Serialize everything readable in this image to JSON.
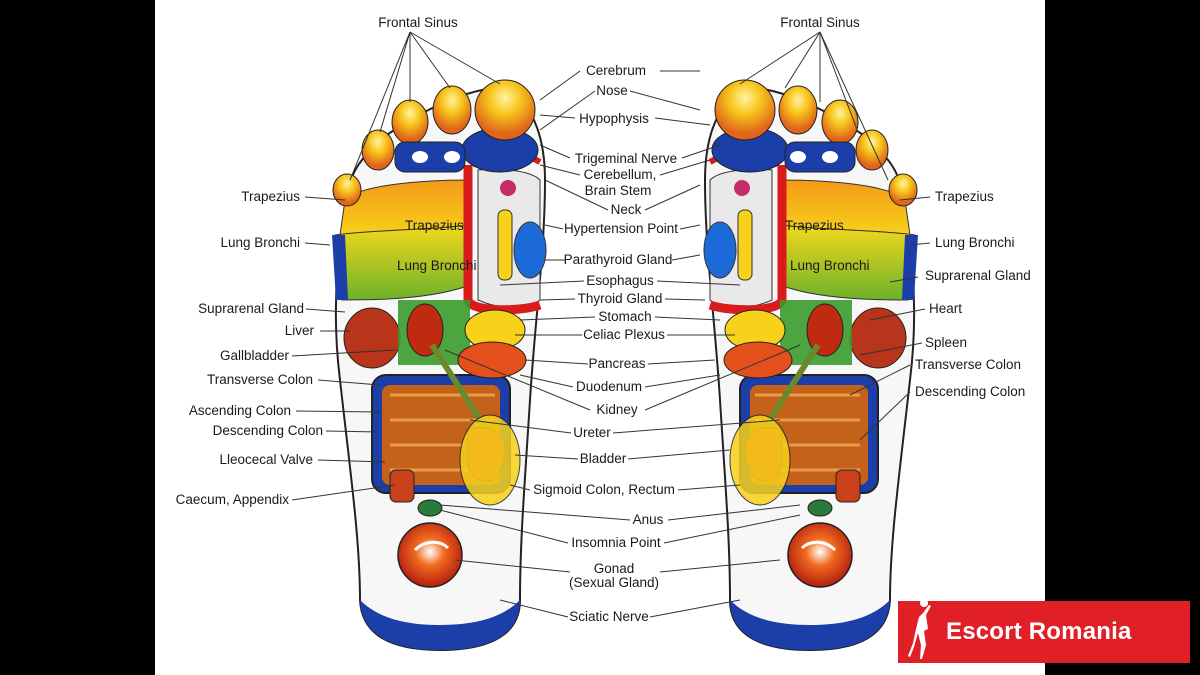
{
  "colors": {
    "background": "#000000",
    "chart_bg": "#ffffff",
    "badge_bg": "#e01f26",
    "blue": "#1c3ea8",
    "yellow": "#f7d11a",
    "orange": "#f08a12",
    "red": "#d81c1c",
    "green": "#3a9b2a"
  },
  "labels": {
    "frontal_sinus_left": "Frontal Sinus",
    "frontal_sinus_right": "Frontal Sinus",
    "trapezius_left": "Trapezius",
    "lung_bronchi_left": "Lung Bronchi",
    "suprarenal_left": "Suprarenal Gland",
    "liver": "Liver",
    "gallbladder": "Gallbladder",
    "transverse_colon_left": "Transverse Colon",
    "ascending_colon": "Ascending Colon",
    "descending_colon_left": "Descending Colon",
    "ileocecal_valve": "Lleocecal Valve",
    "caecum": "Caecum, Appendix",
    "cerebrum": "Cerebrum",
    "nose": "Nose",
    "hypophysis": "Hypophysis",
    "trigeminal": "Trigeminal Nerve",
    "cerebellum_1": "Cerebellum,",
    "cerebellum_2": "Brain Stem",
    "neck": "Neck",
    "hypertension": "Hypertension Point",
    "parathyroid": "Parathyroid Gland",
    "esophagus": "Esophagus",
    "thyroid": "Thyroid Gland",
    "stomach": "Stomach",
    "celiac": "Celiac Plexus",
    "pancreas": "Pancreas",
    "duodenum": "Duodenum",
    "kidney": "Kidney",
    "ureter": "Ureter",
    "bladder": "Bladder",
    "sigmoid": "Sigmoid Colon, Rectum",
    "anus": "Anus",
    "insomnia": "Insomnia Point",
    "gonad_1": "Gonad",
    "gonad_2": "(Sexual Gland)",
    "sciatic": "Sciatic Nerve",
    "trapezius_right": "Trapezius",
    "lung_bronchi_right": "Lung Bronchi",
    "suprarenal_right": "Suprarenal Gland",
    "heart": "Heart",
    "spleen": "Spleen",
    "transverse_colon_right": "Transverse Colon",
    "descending_colon_right": "Descending Colon",
    "lung_zone_left": "Lung Bronchi",
    "lung_zone_right": "Lung Bronchi",
    "trapezius_zone_left": "Trapezius",
    "trapezius_zone_right": "Trapezius"
  },
  "badge": {
    "text": "Escort Romania",
    "icon": "dancer-silhouette-icon"
  }
}
